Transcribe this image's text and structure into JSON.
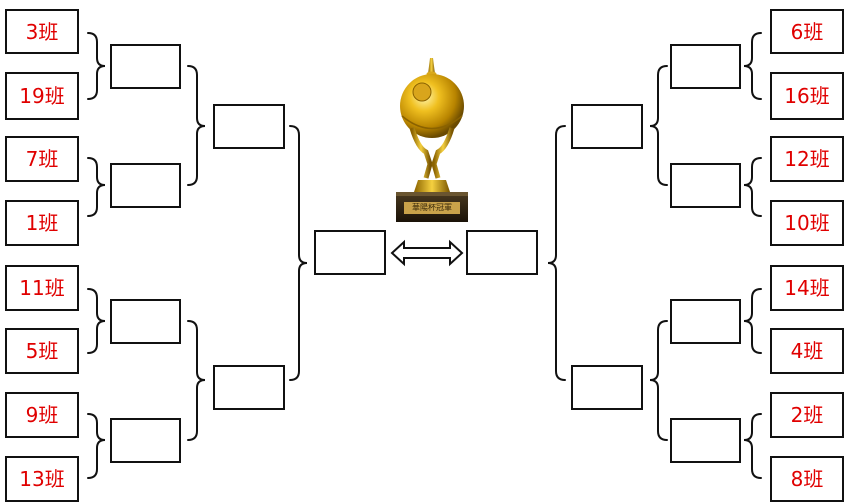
{
  "bracket": {
    "left_teams": [
      "3班",
      "19班",
      "7班",
      "1班",
      "11班",
      "5班",
      "9班",
      "13班"
    ],
    "right_teams": [
      "6班",
      "16班",
      "12班",
      "10班",
      "14班",
      "4班",
      "2班",
      "8班"
    ],
    "team_text_color": "#e00000",
    "line_color": "#111111"
  },
  "trophy": {
    "icon": "trophy-icon",
    "plaque_text": "華陽杯冠軍"
  },
  "center": {
    "icon": "double-arrow-icon"
  }
}
